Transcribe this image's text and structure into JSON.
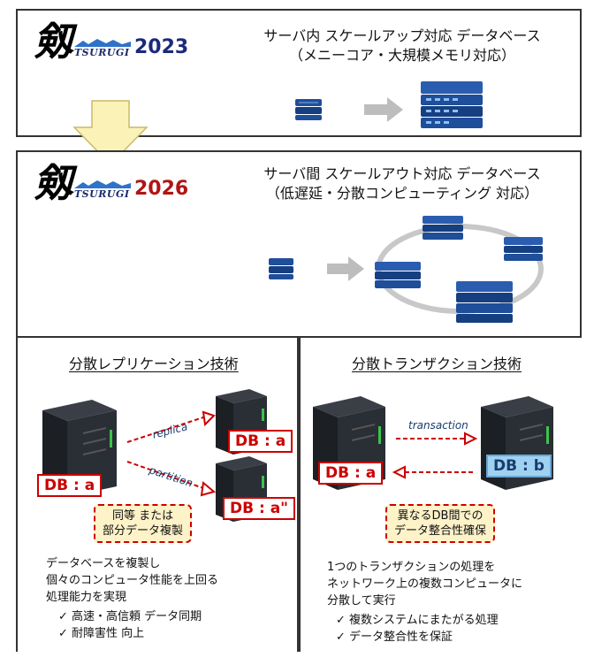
{
  "top": {
    "brand": "TSURUGI",
    "kanji": "剱",
    "year": "2023",
    "line1": "サーバ内 スケールアップ対応 データベース",
    "line2": "（メニーコア・大規模メモリ対応）"
  },
  "bottom": {
    "brand": "TSURUGI",
    "kanji": "剱",
    "year": "2026",
    "line1": "サーバ間 スケールアウト対応 データベース",
    "line2": "（低遅延・分散コンピューティング 対応）"
  },
  "replication": {
    "title": "分散レプリケーション技術",
    "db_source": "DB : a",
    "db_replica": "DB : a",
    "db_partition": "DB : a\"",
    "arrow_replica": "replica",
    "arrow_partition": "partition",
    "note_line1": "同等 または",
    "note_line2": "部分データ複製",
    "desc_line1": "データベースを複製し",
    "desc_line2": "個々のコンピュータ性能を上回る",
    "desc_line3": "処理能力を実現",
    "check1": "✓ 高速・高信頼 データ同期",
    "check2": "✓ 耐障害性 向上"
  },
  "transaction": {
    "title": "分散トランザクション技術",
    "db_left": "DB : a",
    "db_right": "DB : b",
    "arrow_transaction": "transaction",
    "note_line1": "異なるDB間での",
    "note_line2": "データ整合性確保",
    "desc_line1": "1つのトランザクションの処理を",
    "desc_line2": "ネットワーク上の複数コンピュータに",
    "desc_line3": "分散して実行",
    "check1": "✓ 複数システムにまたがる処理",
    "check2": "✓ データ整合性を保証"
  },
  "colors": {
    "year_2023": "#1b2a7a",
    "year_2026": "#b01515",
    "server_blue": "#1f4e9a",
    "db_red": "#cc0000",
    "db_blue_bg": "#9fd2f0",
    "note_bg": "#fdf2c8",
    "down_arrow": "#fbf2b8"
  }
}
